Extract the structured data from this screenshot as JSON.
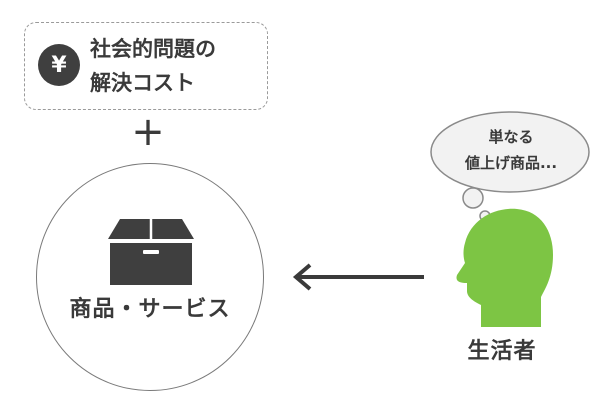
{
  "cost_box": {
    "coin_symbol": "¥",
    "line1": "社会的問題の",
    "line2": "解決コスト",
    "icon": "yen-coin-icon"
  },
  "plus": "+",
  "product": {
    "label": "商品・サービス",
    "icon": "box-icon"
  },
  "arrow": {
    "icon": "left-arrow-icon"
  },
  "thought": {
    "line1": "単なる",
    "line2": "値上げ商品..."
  },
  "person": {
    "label": "生活者",
    "icon": "head-silhouette-icon"
  },
  "colors": {
    "head": "#7dc544",
    "dark": "#3f3f3f",
    "bubble_fill": "#f2f2f2",
    "bubble_stroke": "#8a8a8a"
  }
}
